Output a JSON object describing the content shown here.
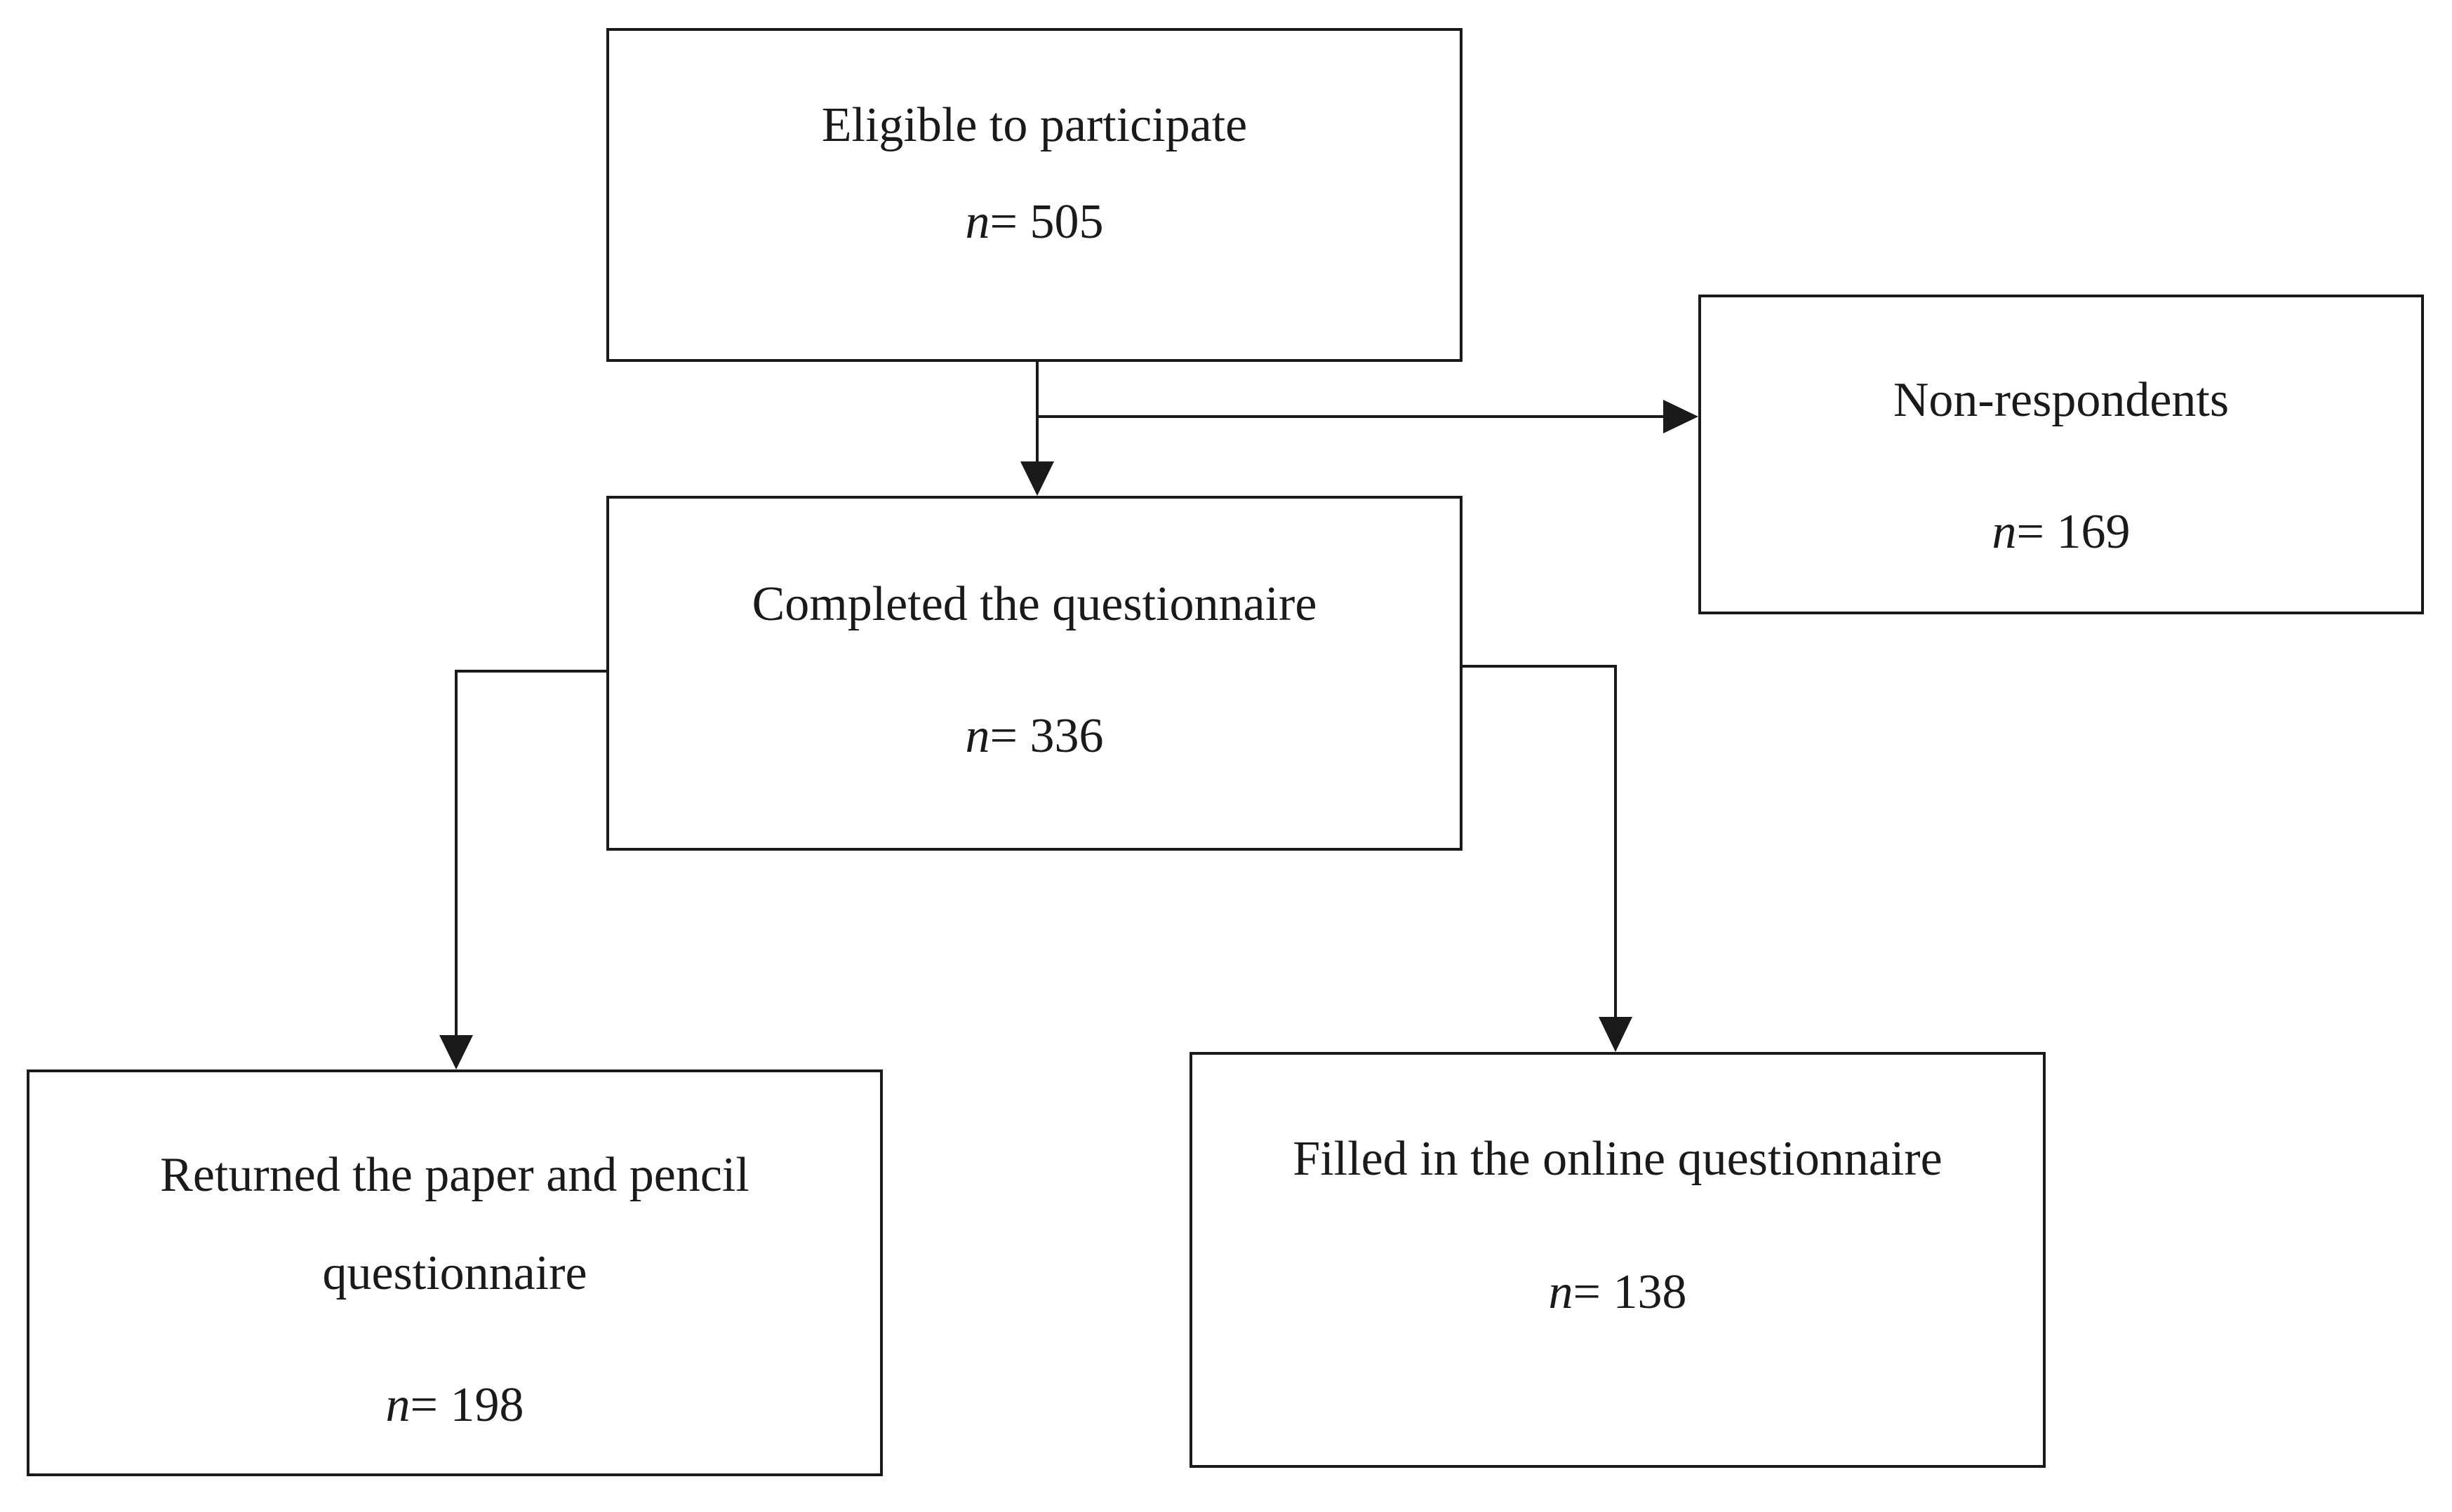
{
  "diagram": {
    "n_symbol": "n",
    "eligible": {
      "label": "Eligible to participate",
      "count_text": "= 505"
    },
    "non_respondents": {
      "label": "Non-respondents",
      "count_text": "= 169"
    },
    "completed": {
      "label": "Completed the questionnaire",
      "count_text": "= 336"
    },
    "paper": {
      "label_line1": "Returned the paper and pencil",
      "label_line2": "questionnaire",
      "count_text": "= 198"
    },
    "online": {
      "label": "Filled in the online questionnaire",
      "count_text": "= 138"
    }
  }
}
